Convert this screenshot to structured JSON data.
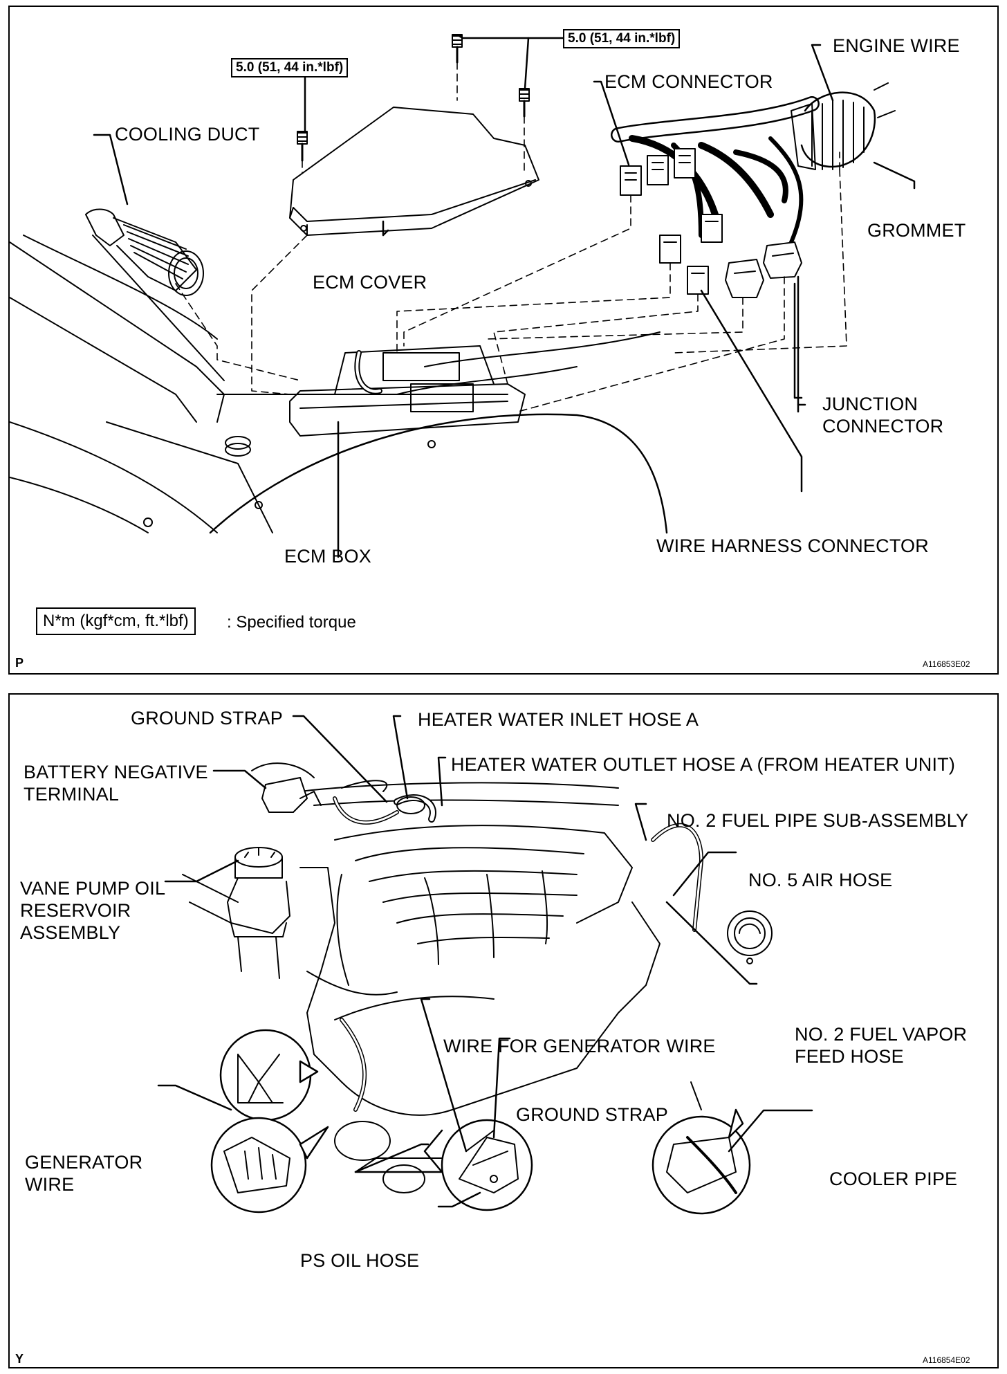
{
  "top_panel": {
    "torque_left": "5.0 (51, 44 in.*lbf)",
    "torque_right": "5.0 (51, 44 in.*lbf)",
    "labels": {
      "engine_wire": "ENGINE WIRE",
      "ecm_connector": "ECM CONNECTOR",
      "cooling_duct": "COOLING DUCT",
      "grommet": "GROMMET",
      "ecm_cover": "ECM COVER",
      "junction_connector_1": "JUNCTION",
      "junction_connector_2": "CONNECTOR",
      "wire_harness_connector": "WIRE HARNESS CONNECTOR",
      "ecm_box": "ECM BOX"
    },
    "legend_box": "N*m (kgf*cm, ft.*lbf)",
    "legend_text": ": Specified torque",
    "corner_letter": "P",
    "figure_code": "A116853E02"
  },
  "bottom_panel": {
    "labels": {
      "ground_strap_top": "GROUND STRAP",
      "heater_inlet": "HEATER WATER INLET HOSE A",
      "heater_outlet": "HEATER WATER OUTLET HOSE A (FROM HEATER UNIT)",
      "battery_1": "BATTERY NEGATIVE",
      "battery_2": "TERMINAL",
      "fuel_pipe": "NO. 2 FUEL PIPE SUB-ASSEMBLY",
      "air_hose": "NO. 5 AIR HOSE",
      "vane_1": "VANE PUMP OIL",
      "vane_2": "RESERVOIR",
      "vane_3": "ASSEMBLY",
      "fuel_vapor_1": "NO. 2 FUEL VAPOR",
      "fuel_vapor_2": "FEED HOSE",
      "wire_for_generator": "WIRE FOR GENERATOR WIRE",
      "ground_strap_bottom": "GROUND STRAP",
      "generator_1": "GENERATOR",
      "generator_2": "WIRE",
      "cooler_pipe": "COOLER PIPE",
      "ps_oil_hose": "PS OIL HOSE"
    },
    "corner_letter": "Y",
    "figure_code": "A116854E02"
  }
}
